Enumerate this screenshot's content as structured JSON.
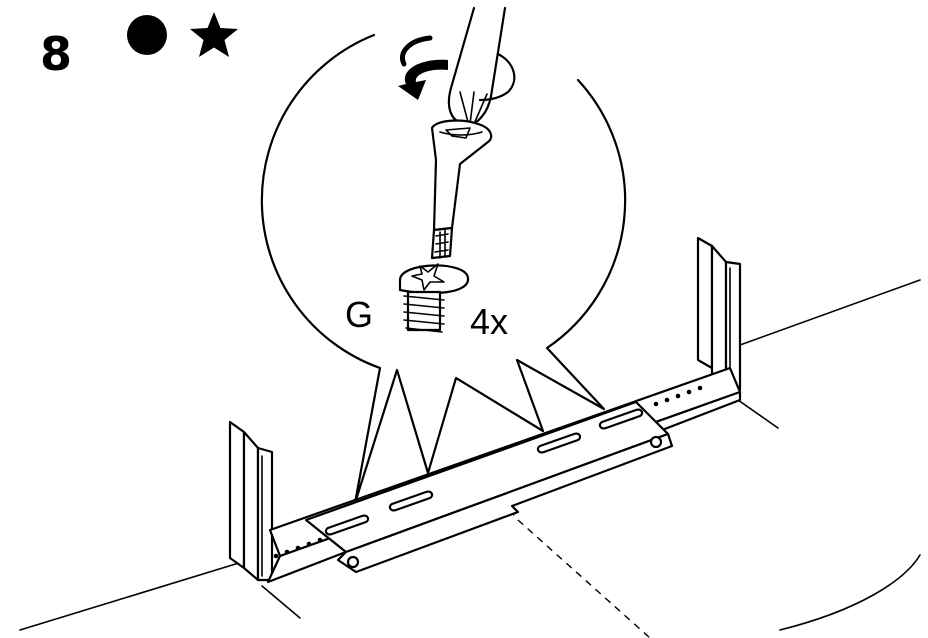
{
  "step": {
    "number": "8",
    "symbols": [
      "circle-icon",
      "star-icon"
    ]
  },
  "callout": {
    "part_label": "G",
    "quantity": "4x"
  },
  "colors": {
    "ink": "#000000",
    "paper": "#ffffff"
  }
}
